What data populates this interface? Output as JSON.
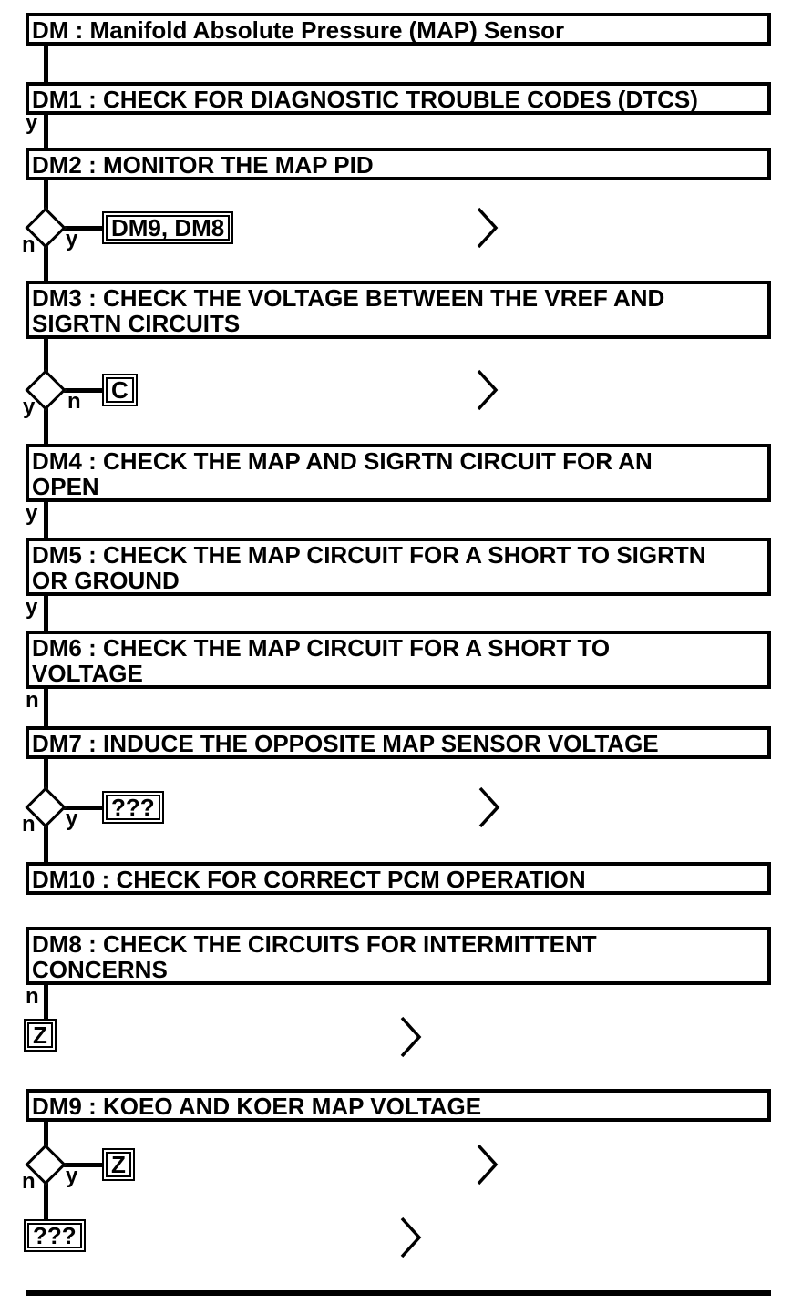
{
  "title": "DM : Manifold Absolute Pressure (MAP) Sensor",
  "steps": {
    "dm1": "DM1 : CHECK FOR DIAGNOSTIC TROUBLE CODES (DTCS)",
    "dm2": "DM2 : MONITOR THE MAP PID",
    "dm3": "DM3 : CHECK THE VOLTAGE BETWEEN THE VREF AND\nSIGRTN CIRCUITS",
    "dm4": "DM4 : CHECK THE MAP AND SIGRTN CIRCUIT FOR AN\nOPEN",
    "dm5": "DM5 : CHECK THE MAP CIRCUIT FOR A SHORT TO SIGRTN\nOR GROUND",
    "dm6": "DM6 : CHECK THE MAP CIRCUIT FOR A SHORT TO\nVOLTAGE",
    "dm7": "DM7 : INDUCE THE OPPOSITE MAP SENSOR VOLTAGE",
    "dm10": "DM10 : CHECK FOR CORRECT PCM OPERATION",
    "dm8": "DM8 : CHECK THE CIRCUITS FOR INTERMITTENT\nCONCERNS",
    "dm9": "DM9 : KOEO AND KOER MAP VOLTAGE"
  },
  "references": {
    "dm2_yes": "DM9, DM8",
    "dm3_no": "C",
    "dm7_yes": "???",
    "dm8_no": "Z",
    "dm9_yes": "Z",
    "dm9_no": "???"
  },
  "branch_labels": {
    "yes": "y",
    "no": "n"
  },
  "icons": {
    "continue": "chevron-right"
  },
  "colors": {
    "line": "#000000",
    "background": "#ffffff",
    "text": "#000000"
  }
}
